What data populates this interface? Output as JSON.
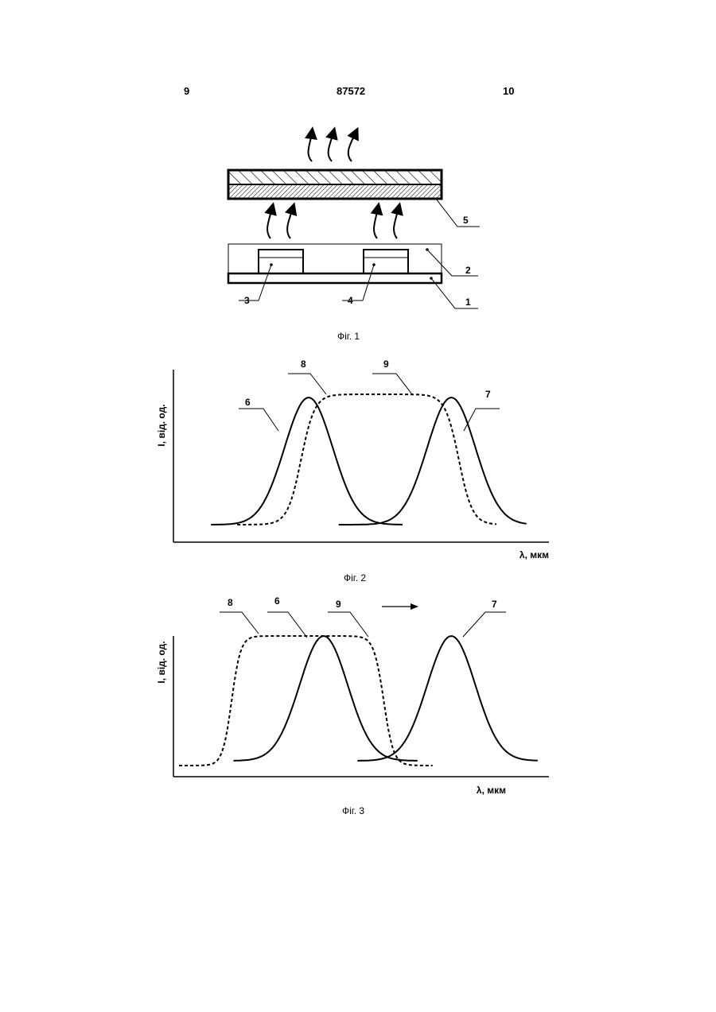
{
  "header": {
    "left_page": "9",
    "patent_number": "87572",
    "right_page": "10"
  },
  "figure1": {
    "caption": "Фіг. 1",
    "labels": {
      "layer5": "5",
      "layer2": "2",
      "chip3": "3",
      "chip4": "4",
      "substrate1": "1"
    }
  },
  "figure2": {
    "caption": "Фіг. 2",
    "ylabel": "I, від. од.",
    "xlabel": "λ, мкм",
    "curve_labels": {
      "c6": "6",
      "c7": "7",
      "c8": "8",
      "c9": "9"
    }
  },
  "figure3": {
    "caption": "Фіг. 3",
    "ylabel": "I, від. од.",
    "xlabel": "λ, мкм",
    "curve_labels": {
      "c6": "6",
      "c7": "7",
      "c8": "8",
      "c9": "9"
    }
  },
  "chart_data": [
    {
      "type": "line",
      "title": "",
      "xlabel": "λ, мкм",
      "ylabel": "I, від. од.",
      "series": [
        {
          "name": "6",
          "style": "solid",
          "peak_x": 0.36,
          "width": 0.165,
          "peak_y": 1.0
        },
        {
          "name": "7",
          "style": "solid",
          "peak_x": 0.74,
          "width": 0.165,
          "peak_y": 1.0
        },
        {
          "name": "8",
          "style": "dashed",
          "description_from_x": 0.2,
          "rise_x": 0.36,
          "plateau_to_x": 0.72
        },
        {
          "name": "9",
          "style": "dashed",
          "fall_x": 0.77,
          "to_x": 0.88
        }
      ]
    },
    {
      "type": "line",
      "title": "",
      "xlabel": "λ, мкм",
      "ylabel": "I, від. од.",
      "series": [
        {
          "name": "6",
          "style": "solid",
          "peak_x": 0.4,
          "width": 0.165,
          "peak_y": 1.0
        },
        {
          "name": "7",
          "style": "solid",
          "peak_x": 0.74,
          "width": 0.165,
          "peak_y": 1.0
        },
        {
          "name": "8",
          "style": "dashed",
          "rise_x": 0.16,
          "plateau_to_x": 0.5
        },
        {
          "name": "9",
          "style": "dashed",
          "fall_x": 0.56,
          "to_x": 0.7
        }
      ]
    }
  ]
}
